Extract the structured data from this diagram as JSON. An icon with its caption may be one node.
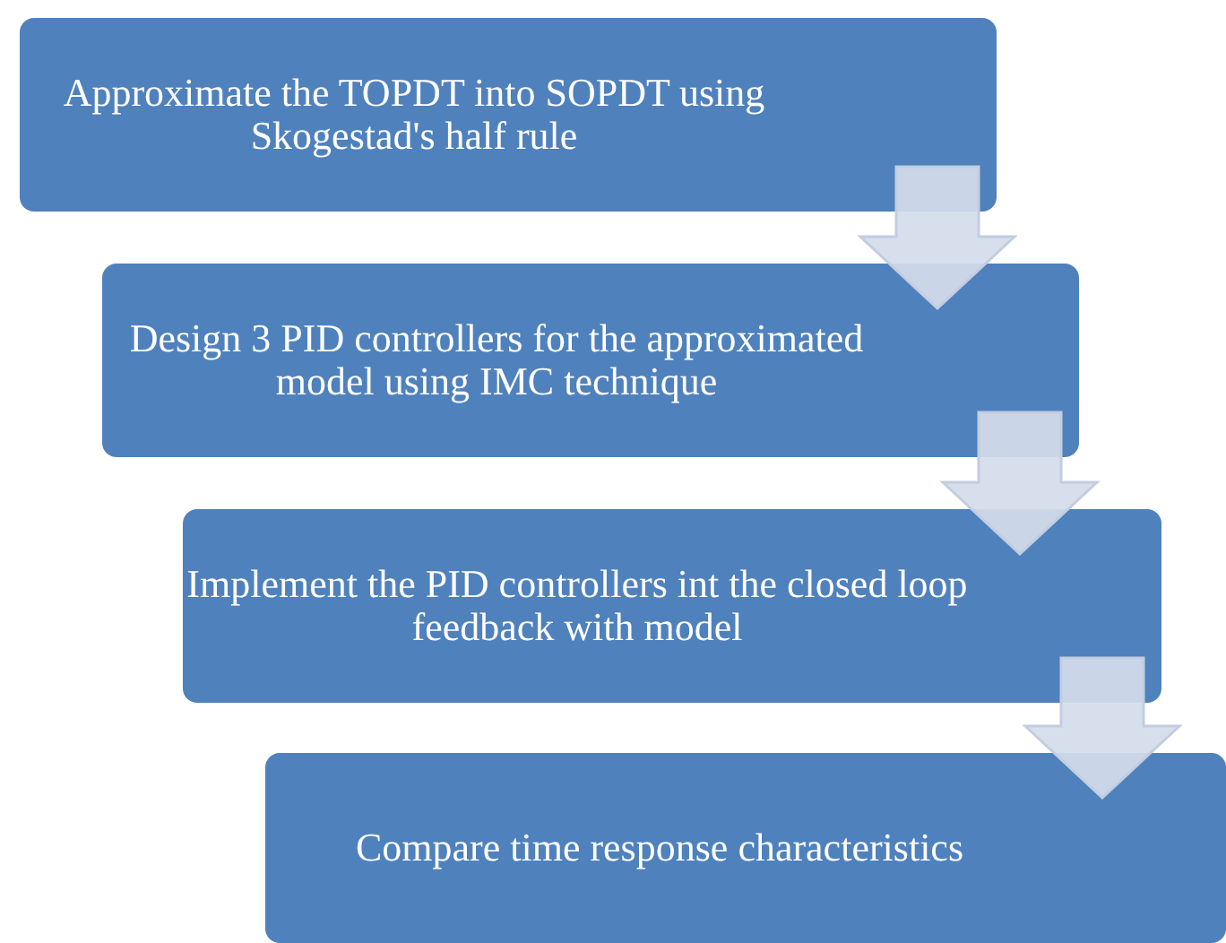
{
  "diagram": {
    "nodes": [
      {
        "text": [
          "Approximate the TOPDT into SOPDT using Skogestad's half rule"
        ]
      },
      {
        "text": [
          "Design 3 PID controllers for the approximated model using IMC technique"
        ]
      },
      {
        "text": [
          "Implement the PID controllers int the closed loop feedback with model"
        ]
      },
      {
        "text": [
          "Compare time response characteristics"
        ]
      }
    ],
    "edges": [
      {
        "from": 0,
        "to": 1,
        "arrow": "to"
      },
      {
        "from": 1,
        "to": 2,
        "arrow": "to"
      },
      {
        "from": 2,
        "to": 3,
        "arrow": "to"
      }
    ]
  }
}
